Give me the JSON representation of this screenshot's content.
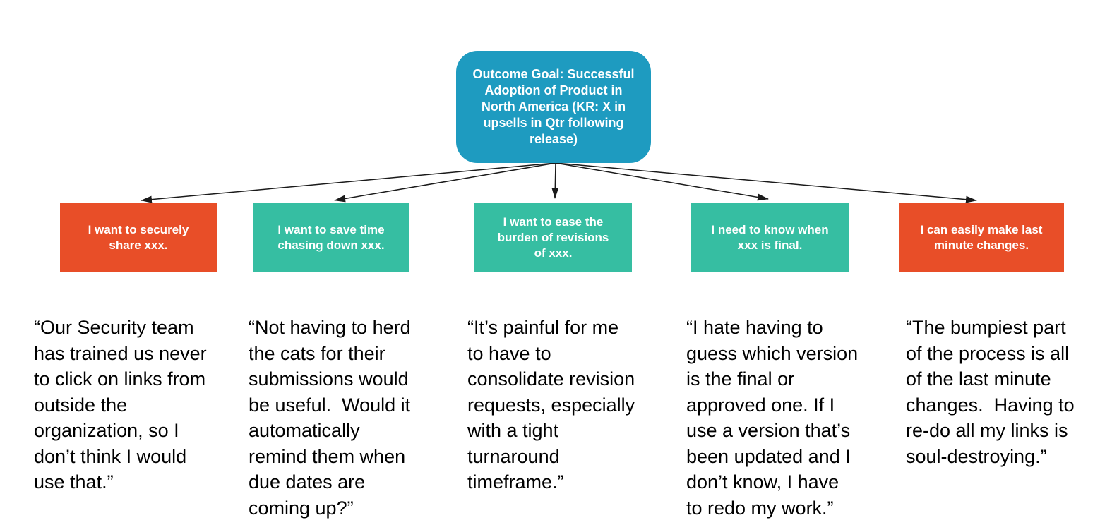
{
  "goal": {
    "label": "Outcome Goal: Successful\nAdoption of Product in\nNorth America (KR: X in\nupsells in Qtr following\nrelease)",
    "color": "#1E9BC0",
    "text_color": "#ffffff"
  },
  "needs": [
    {
      "label": "I want to securely\nshare xxx.",
      "color": "#E84E28",
      "quote": "“Our Security team\nhas trained us never\nto click on links from\noutside the\norganization, so I\ndon’t think I would\nuse that.”"
    },
    {
      "label": "I want to save time\nchasing down xxx.",
      "color": "#36BEA2",
      "quote": "“Not having to herd\nthe cats for their\nsubmissions would\nbe useful.  Would it\nautomatically\nremind them when\ndue dates are\ncoming up?”"
    },
    {
      "label": "I want to ease the\nburden of revisions\nof xxx.",
      "color": "#36BEA2",
      "quote": "“It’s painful for me\nto have to\nconsolidate revision\nrequests, especially\nwith a tight\nturnaround\ntimeframe.”"
    },
    {
      "label": "I need to know when\nxxx is final.",
      "color": "#36BEA2",
      "quote": "“I hate having to\nguess which version\nis the final or\napproved one. If I\nuse a version that’s\nbeen updated and I\ndon’t know, I have\nto redo my work.”"
    },
    {
      "label": "I can easily make last\nminute changes.",
      "color": "#E84E28",
      "quote": "“The bumpiest part\nof the process is all\nof the last minute\nchanges.  Having to\nre-do all my links is\nsoul-destroying.”"
    }
  ],
  "arrows": {
    "color": "#1a1a1a"
  }
}
